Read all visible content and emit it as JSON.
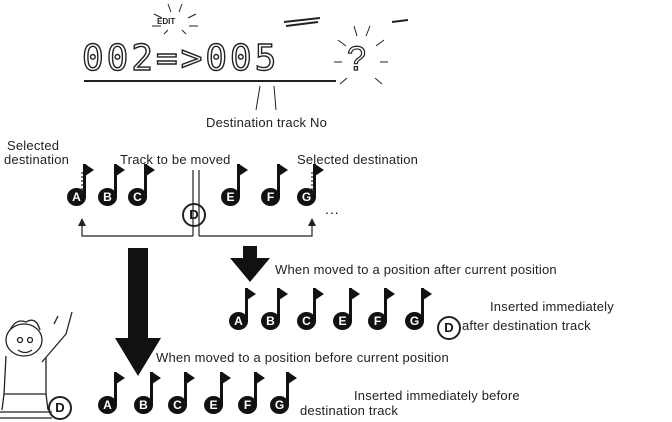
{
  "lcd": {
    "indicator": "EDIT",
    "display": "002=>005",
    "prompt": "?"
  },
  "labels": {
    "destination_track_no": "Destination track No",
    "selected_destination_left_line1": "Selected",
    "selected_destination_left_line2": "destination",
    "track_to_be_moved": "Track to be moved",
    "selected_destination_right": "Selected destination",
    "moved_after": "When moved to a position after current position",
    "inserted_after_line1": "Inserted immediately",
    "inserted_after_line2": "after destination track",
    "moved_before": "When moved to a position before current position",
    "inserted_before_line1": "Inserted immediately before",
    "inserted_before_line2": "destination track"
  },
  "rows": {
    "original": [
      "A",
      "B",
      "C",
      "D",
      "E",
      "F",
      "G"
    ],
    "after": [
      "A",
      "B",
      "C",
      "E",
      "F",
      "G",
      "D"
    ],
    "before": [
      "D",
      "A",
      "B",
      "C",
      "E",
      "F",
      "G"
    ]
  },
  "ellipsis": "...",
  "colors": {
    "ink": "#111111",
    "background": "#ffffff"
  }
}
